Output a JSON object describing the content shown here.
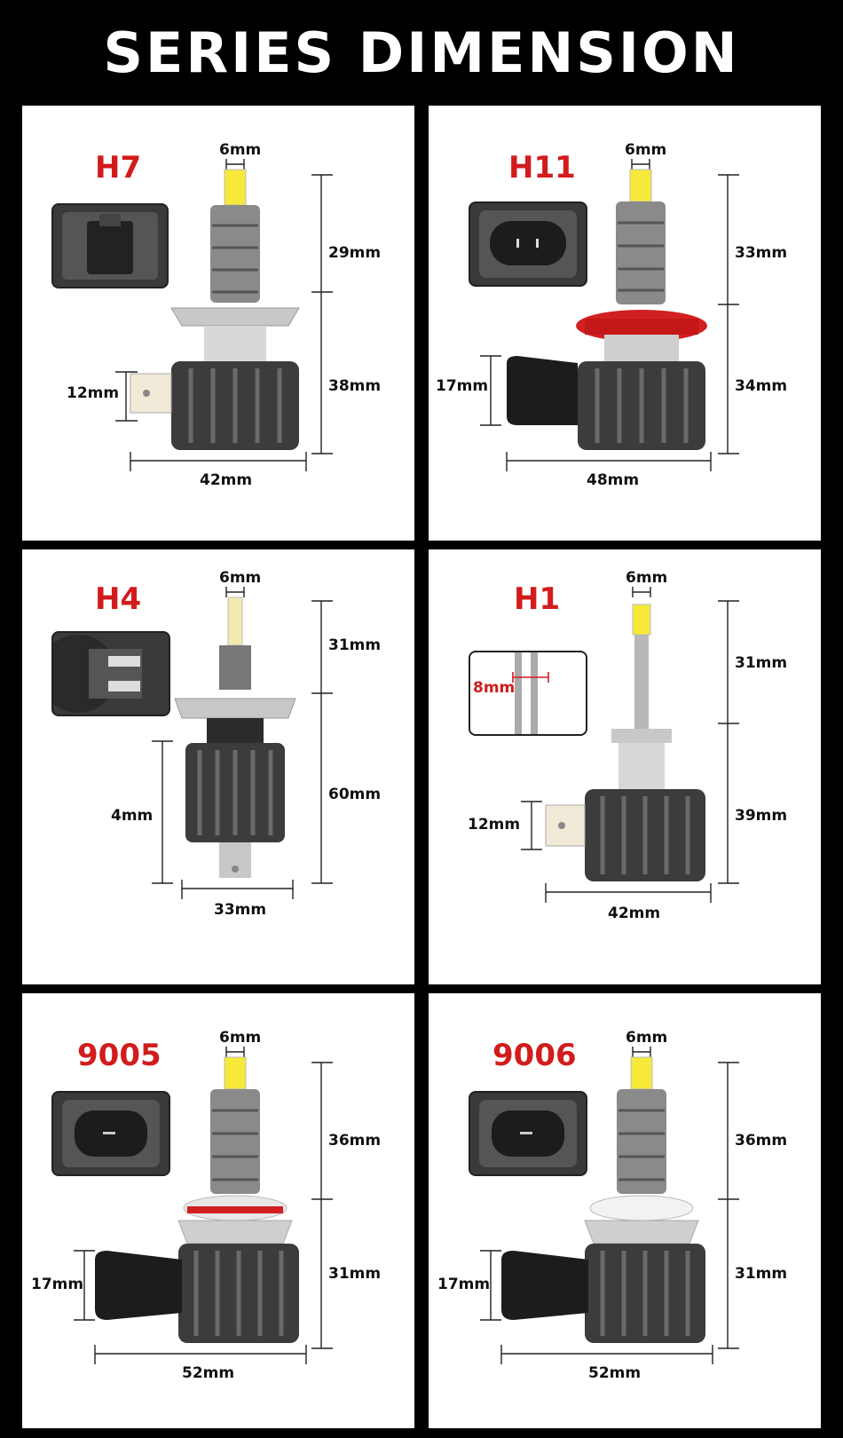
{
  "title": "SERIES DIMENSION",
  "colors": {
    "accent": "#d21c1c",
    "background": "#000000",
    "panel": "#ffffff"
  },
  "panels": [
    {
      "model": "H7",
      "tip": "6mm",
      "upper": "29mm",
      "lower": "38mm",
      "side": "12mm",
      "width": "42mm"
    },
    {
      "model": "H11",
      "tip": "6mm",
      "upper": "33mm",
      "lower": "34mm",
      "side": "17mm",
      "width": "48mm"
    },
    {
      "model": "H4",
      "tip": "6mm",
      "upper": "31mm",
      "lower": "60mm",
      "side": "4mm",
      "width": "33mm"
    },
    {
      "model": "H1",
      "tip": "6mm",
      "upper": "31mm",
      "lower": "39mm",
      "side": "12mm",
      "width": "42mm",
      "inset_label": "8mm"
    },
    {
      "model": "9005",
      "tip": "6mm",
      "upper": "36mm",
      "lower": "31mm",
      "side": "17mm",
      "width": "52mm"
    },
    {
      "model": "9006",
      "tip": "6mm",
      "upper": "36mm",
      "lower": "31mm",
      "side": "17mm",
      "width": "52mm"
    }
  ]
}
